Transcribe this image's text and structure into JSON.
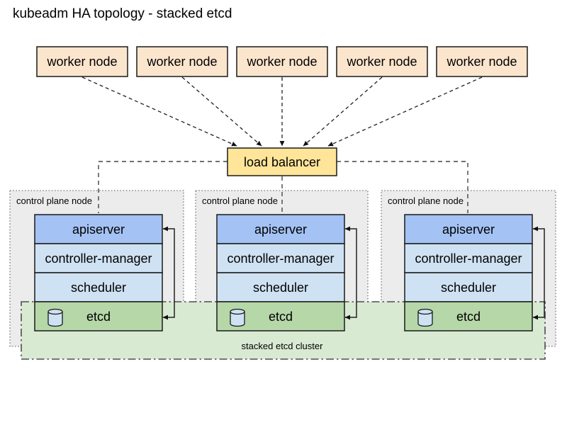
{
  "title": "kubeadm HA topology - stacked etcd",
  "worker_nodes": {
    "labels": [
      "worker node",
      "worker node",
      "worker node",
      "worker node",
      "worker node"
    ]
  },
  "load_balancer": {
    "label": "load balancer"
  },
  "control_plane": {
    "label": "control plane node",
    "components": {
      "apiserver": "apiserver",
      "controller_manager": "controller-manager",
      "scheduler": "scheduler",
      "etcd": "etcd"
    }
  },
  "stacked_etcd_cluster": {
    "label": "stacked etcd cluster"
  },
  "icons": {
    "etcd": "database-cylinder-icon"
  },
  "colors": {
    "worker_fill": "#fce5cd",
    "load_balancer_fill": "#ffe599",
    "apiserver_fill": "#a4c2f4",
    "component_fill": "#cfe2f3",
    "etcd_fill": "#b6d7a8",
    "cluster_fill": "#d9ead3",
    "node_fill": "#ececec",
    "cylinder_fill": "#cfe2f3"
  }
}
